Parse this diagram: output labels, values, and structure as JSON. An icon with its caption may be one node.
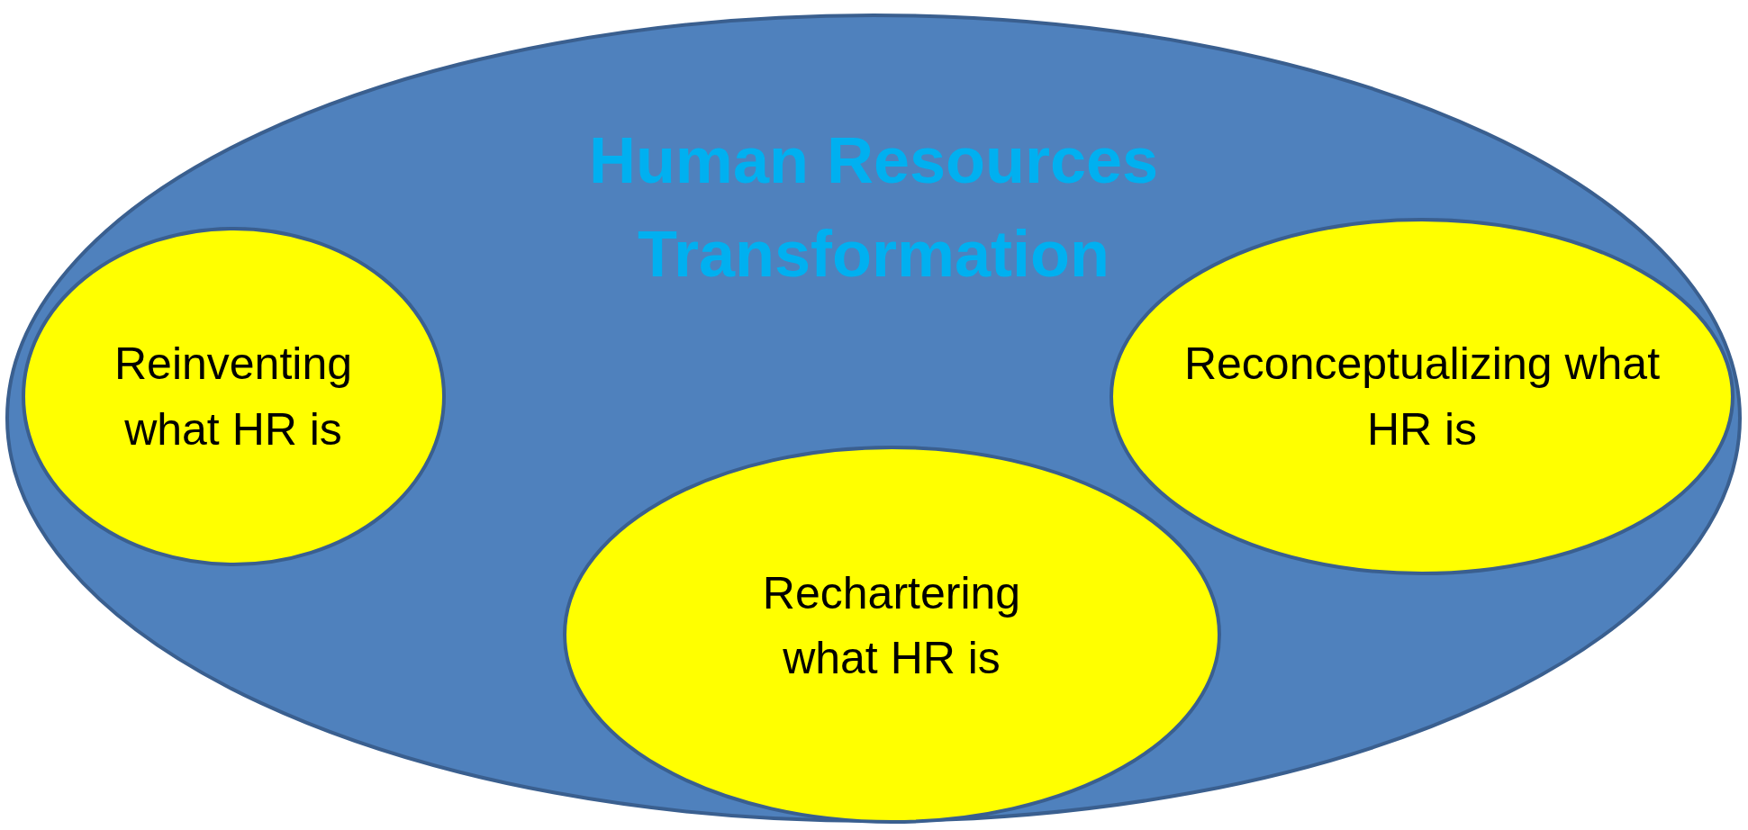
{
  "diagram": {
    "nodes": [
      {
        "text": [
          "Human Resources Transformation"
        ]
      },
      {
        "text": [
          "Reinventing what HR is"
        ],
        "in": 0
      },
      {
        "text": [
          "Reconceptualizing what HR is"
        ],
        "in": 0
      },
      {
        "text": [
          "Rechartering what HR is"
        ],
        "in": 0
      }
    ]
  }
}
